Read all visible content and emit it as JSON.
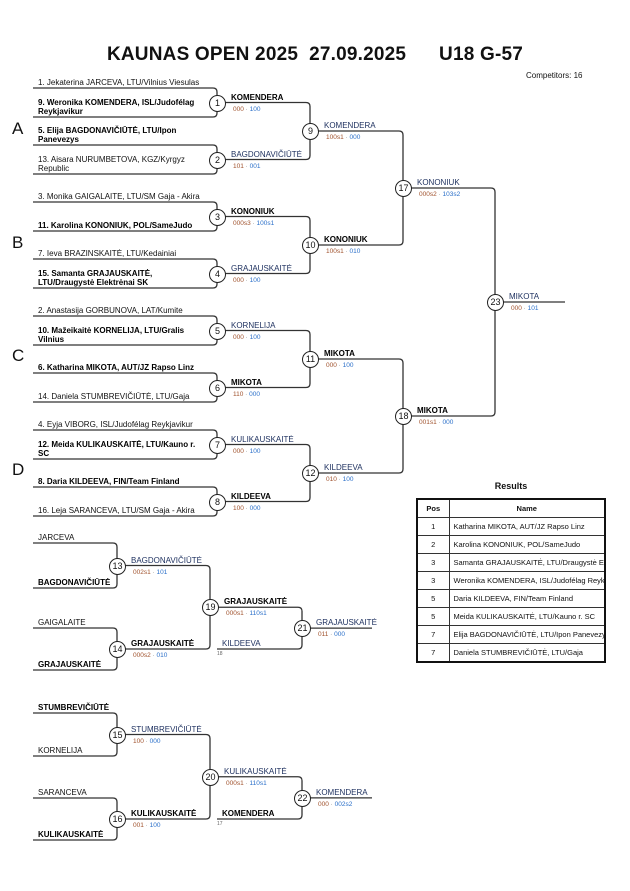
{
  "header": {
    "title": "KAUNAS OPEN 2025  27.09.2025      U18 G-57",
    "competitors": "Competitors: 16"
  },
  "pools": [
    "A",
    "B",
    "C",
    "D"
  ],
  "entries": [
    {
      "label": "1. Jekaterina JARCEVA, LTU/Vilnius Viesulas",
      "bold": false
    },
    {
      "label": "9. Weronika KOMENDERA, ISL/Judofélag Reykjavikur",
      "bold": true
    },
    {
      "label": "5. Elija BAGDONAVIČIŪTĖ, LTU/Ipon Panevezys",
      "bold": true
    },
    {
      "label": "13. Aisara NURUMBETOVA, KGZ/Kyrgyz Republic",
      "bold": false
    },
    {
      "label": "3. Monika GAIGALAITE, LTU/SM Gaja - Akira",
      "bold": false
    },
    {
      "label": "11. Karolina KONONIUK, POL/SameJudo",
      "bold": true
    },
    {
      "label": "7. Ieva BRAZINSKAITĖ, LTU/Kedainiai",
      "bold": false
    },
    {
      "label": "15. Samanta GRAJAUSKAITĖ, LTU/Draugystė Elektrėnai SK",
      "bold": true
    },
    {
      "label": "2. Anastasija GORBUNOVA, LAT/Kumite",
      "bold": false
    },
    {
      "label": "10. Mažeikaitė KORNELIJA, LTU/Gralis Vilnius",
      "bold": true
    },
    {
      "label": "6. Katharina MIKOTA, AUT/JZ Rapso Linz",
      "bold": true
    },
    {
      "label": "14. Daniela STUMBREVIČIŪTĖ, LTU/Gaja",
      "bold": false
    },
    {
      "label": "4. Eyja VIBORG, ISL/Judofélag Reykjavikur",
      "bold": false
    },
    {
      "label": "12. Meida KULIKAUSKAITĖ, LTU/Kauno r. SC",
      "bold": true
    },
    {
      "label": "8. Daria KILDEEVA, FIN/Team Finland",
      "bold": true
    },
    {
      "label": "16. Leja SARANCEVA, LTU/SM Gaja - Akira",
      "bold": false
    }
  ],
  "matches": {
    "1": {
      "winner": "KOMENDERA",
      "score_a": "000",
      "score_b": "100",
      "bold": true
    },
    "2": {
      "winner": "BAGDONAVIČIŪTĖ",
      "score_a": "101",
      "score_b": "001",
      "bold": false
    },
    "3": {
      "winner": "KONONIUK",
      "score_a": "000s3",
      "score_b": "100s1",
      "bold": true
    },
    "4": {
      "winner": "GRAJAUSKAITĖ",
      "score_a": "000",
      "score_b": "100",
      "bold": false
    },
    "5": {
      "winner": "KORNELIJA",
      "score_a": "000",
      "score_b": "100",
      "bold": false
    },
    "6": {
      "winner": "MIKOTA",
      "score_a": "110",
      "score_b": "000",
      "bold": true
    },
    "7": {
      "winner": "KULIKAUSKAITĖ",
      "score_a": "000",
      "score_b": "100",
      "bold": false
    },
    "8": {
      "winner": "KILDEEVA",
      "score_a": "100",
      "score_b": "000",
      "bold": true
    },
    "9": {
      "winner": "KOMENDERA",
      "score_a": "100s1",
      "score_b": "000",
      "bold": false
    },
    "10": {
      "winner": "KONONIUK",
      "score_a": "100s1",
      "score_b": "010",
      "bold": true
    },
    "11": {
      "winner": "MIKOTA",
      "score_a": "000",
      "score_b": "100",
      "bold": true
    },
    "12": {
      "winner": "KILDEEVA",
      "score_a": "010",
      "score_b": "100",
      "bold": false
    },
    "17": {
      "winner": "KONONIUK",
      "score_a": "000s2",
      "score_b": "103s2",
      "bold": false
    },
    "18": {
      "winner": "MIKOTA",
      "score_a": "001s1",
      "score_b": "000",
      "bold": true
    },
    "23": {
      "winner": "MIKOTA",
      "score_a": "000",
      "score_b": "101",
      "bold": false
    },
    "13": {
      "winner": "BAGDONAVIČIŪTĖ",
      "score_a": "002s1",
      "score_b": "101",
      "bold": false
    },
    "14": {
      "winner": "GRAJAUSKAITĖ",
      "score_a": "000s2",
      "score_b": "010",
      "bold": true
    },
    "19": {
      "winner": "GRAJAUSKAITĖ",
      "score_a": "000s1",
      "score_b": "110s1",
      "bold": true
    },
    "21": {
      "winner": "GRAJAUSKAITĖ",
      "score_a": "011",
      "score_b": "000",
      "bold": false
    },
    "15": {
      "winner": "STUMBREVIČIŪTĖ",
      "score_a": "100",
      "score_b": "000",
      "bold": false
    },
    "16": {
      "winner": "KULIKAUSKAITĖ",
      "score_a": "001",
      "score_b": "100",
      "bold": true
    },
    "20": {
      "winner": "KULIKAUSKAITĖ",
      "score_a": "000s1",
      "score_b": "110s1",
      "bold": false
    },
    "22": {
      "winner": "KOMENDERA",
      "score_a": "000",
      "score_b": "002s2",
      "bold": false
    }
  },
  "repechage": {
    "m13": [
      {
        "label": "JARCEVA",
        "bold": false
      },
      {
        "label": "BAGDONAVIČIŪTĖ",
        "bold": true
      }
    ],
    "m14": [
      {
        "label": "GAIGALAITE",
        "bold": false
      },
      {
        "label": "GRAJAUSKAITĖ",
        "bold": true
      }
    ],
    "m15": [
      {
        "label": "STUMBREVIČIŪTĖ",
        "bold": true
      },
      {
        "label": "KORNELIJA",
        "bold": false
      }
    ],
    "m16": [
      {
        "label": "SARANCEVA",
        "bold": false
      },
      {
        "label": "KULIKAUSKAITĖ",
        "bold": true
      }
    ],
    "loser_18": {
      "label": "KILDEEVA",
      "bold": false,
      "ref": "18"
    },
    "loser_17": {
      "label": "KOMENDERA",
      "bold": true,
      "ref": "17"
    }
  },
  "results": {
    "title": "Results",
    "headers": [
      "Pos",
      "Name"
    ],
    "rows": [
      {
        "pos": "1",
        "name": "Katharina MIKOTA, AUT/JZ Rapso Linz"
      },
      {
        "pos": "2",
        "name": "Karolina KONONIUK, POL/SameJudo"
      },
      {
        "pos": "3",
        "name": "Samanta GRAJAUSKAITĖ, LTU/Draugystė Elektrėnai SK"
      },
      {
        "pos": "3",
        "name": "Weronika KOMENDERA, ISL/Judofélag Reykjavikur"
      },
      {
        "pos": "5",
        "name": "Daria KILDEEVA, FIN/Team Finland"
      },
      {
        "pos": "5",
        "name": "Meida KULIKAUSKAITĖ, LTU/Kauno r. SC"
      },
      {
        "pos": "7",
        "name": "Elija BAGDONAVIČIŪTĖ, LTU/Ipon Panevezys"
      },
      {
        "pos": "7",
        "name": "Daniela STUMBREVIČIŪTĖ, LTU/Gaja"
      }
    ]
  }
}
